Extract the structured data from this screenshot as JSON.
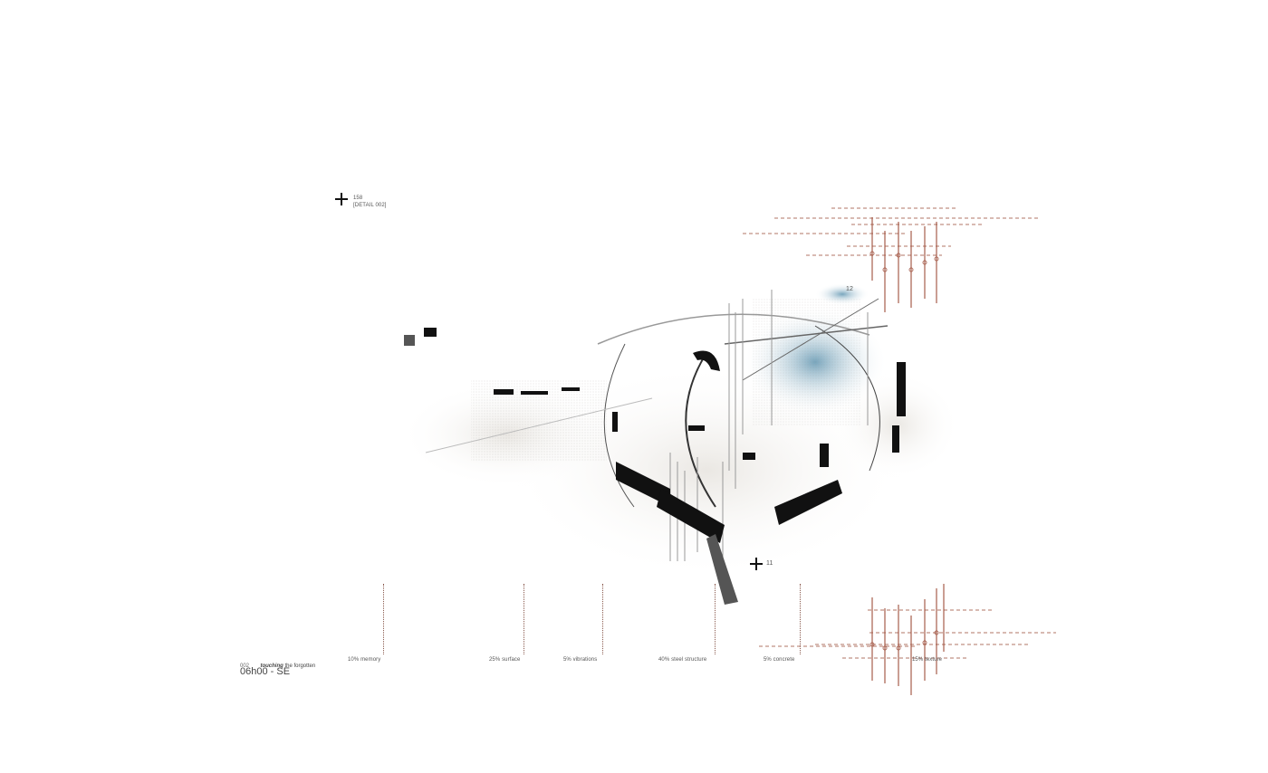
{
  "marker_top": {
    "number": "158",
    "caption": "[DETAIL 002]"
  },
  "marker_12": {
    "number": "12"
  },
  "marker_11": {
    "number": "11"
  },
  "title_block": {
    "index": "002",
    "title_emphasis": "touching",
    "title_rest": " the forgotten",
    "time": "06h00 - SE"
  },
  "legend": [
    {
      "label": "10% memory"
    },
    {
      "label": "25% surface"
    },
    {
      "label": "5% vibrations"
    },
    {
      "label": "40% steel structure"
    },
    {
      "label": "5% concrete"
    },
    {
      "label": "15% texture"
    }
  ],
  "colors": {
    "accent_line": "#a0523f",
    "ink": "#111111",
    "wash_blue": "#3f7fa0"
  }
}
